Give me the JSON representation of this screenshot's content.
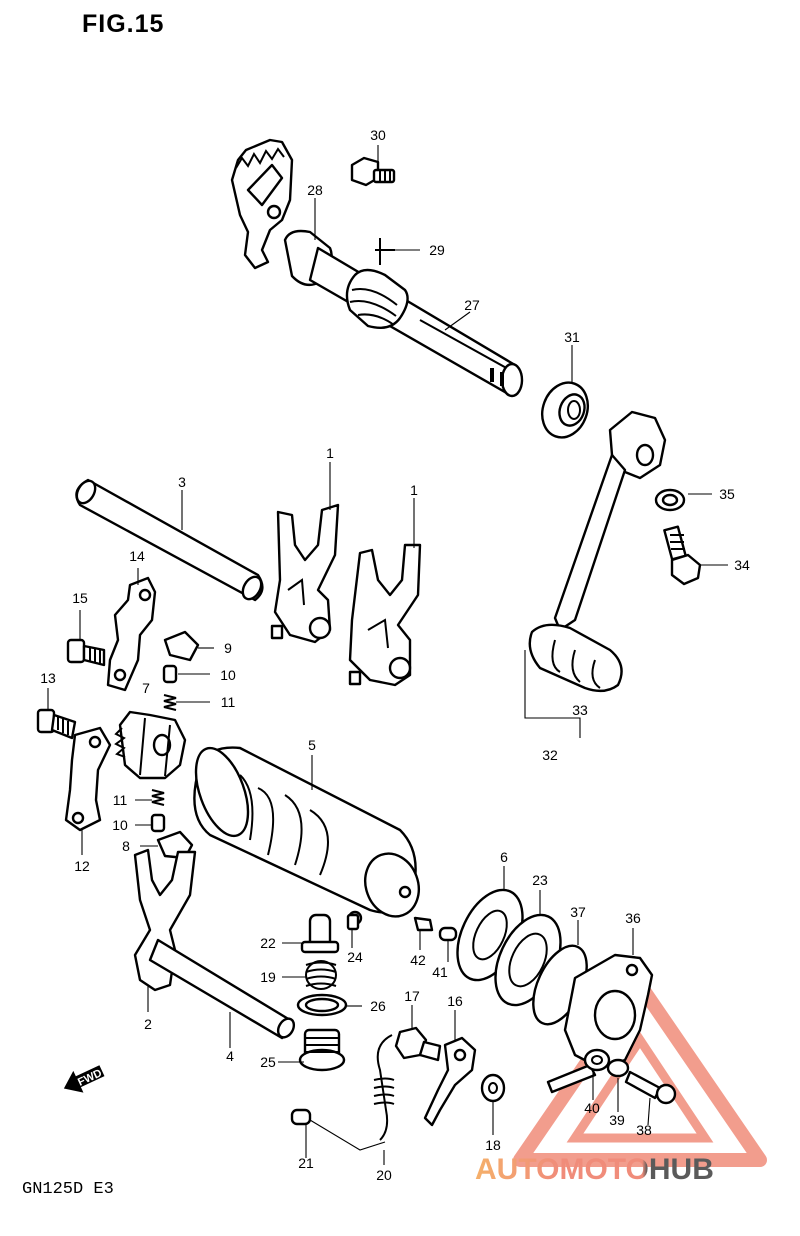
{
  "figure": {
    "title": "FIG.15",
    "model": "GN125D  E3"
  },
  "watermark": {
    "brand": "AUTOMOTOHUB",
    "color_primary": "#f08c7a",
    "color_secondary": "#5a5a5a"
  },
  "direction_marker": {
    "icon": "fwd-arrow-icon",
    "label": "FWD"
  },
  "callouts": [
    {
      "id": "30",
      "label": "30"
    },
    {
      "id": "28",
      "label": "28"
    },
    {
      "id": "29",
      "label": "29"
    },
    {
      "id": "27",
      "label": "27"
    },
    {
      "id": "31",
      "label": "31"
    },
    {
      "id": "3",
      "label": "3"
    },
    {
      "id": "1a",
      "label": "1"
    },
    {
      "id": "1b",
      "label": "1"
    },
    {
      "id": "35",
      "label": "35"
    },
    {
      "id": "34",
      "label": "34"
    },
    {
      "id": "14",
      "label": "14"
    },
    {
      "id": "15",
      "label": "15"
    },
    {
      "id": "9",
      "label": "9"
    },
    {
      "id": "10a",
      "label": "10"
    },
    {
      "id": "13",
      "label": "13"
    },
    {
      "id": "7",
      "label": "7"
    },
    {
      "id": "11a",
      "label": "11"
    },
    {
      "id": "33",
      "label": "33"
    },
    {
      "id": "32",
      "label": "32"
    },
    {
      "id": "5",
      "label": "5"
    },
    {
      "id": "11b",
      "label": "11"
    },
    {
      "id": "10b",
      "label": "10"
    },
    {
      "id": "12",
      "label": "12"
    },
    {
      "id": "8",
      "label": "8"
    },
    {
      "id": "6",
      "label": "6"
    },
    {
      "id": "23",
      "label": "23"
    },
    {
      "id": "37",
      "label": "37"
    },
    {
      "id": "36",
      "label": "36"
    },
    {
      "id": "22",
      "label": "22"
    },
    {
      "id": "24",
      "label": "24"
    },
    {
      "id": "42",
      "label": "42"
    },
    {
      "id": "41",
      "label": "41"
    },
    {
      "id": "19",
      "label": "19"
    },
    {
      "id": "17",
      "label": "17"
    },
    {
      "id": "16",
      "label": "16"
    },
    {
      "id": "26",
      "label": "26"
    },
    {
      "id": "2",
      "label": "2"
    },
    {
      "id": "4",
      "label": "4"
    },
    {
      "id": "25",
      "label": "25"
    },
    {
      "id": "40",
      "label": "40"
    },
    {
      "id": "39",
      "label": "39"
    },
    {
      "id": "38",
      "label": "38"
    },
    {
      "id": "18",
      "label": "18"
    },
    {
      "id": "21",
      "label": "21"
    },
    {
      "id": "20",
      "label": "20"
    }
  ]
}
